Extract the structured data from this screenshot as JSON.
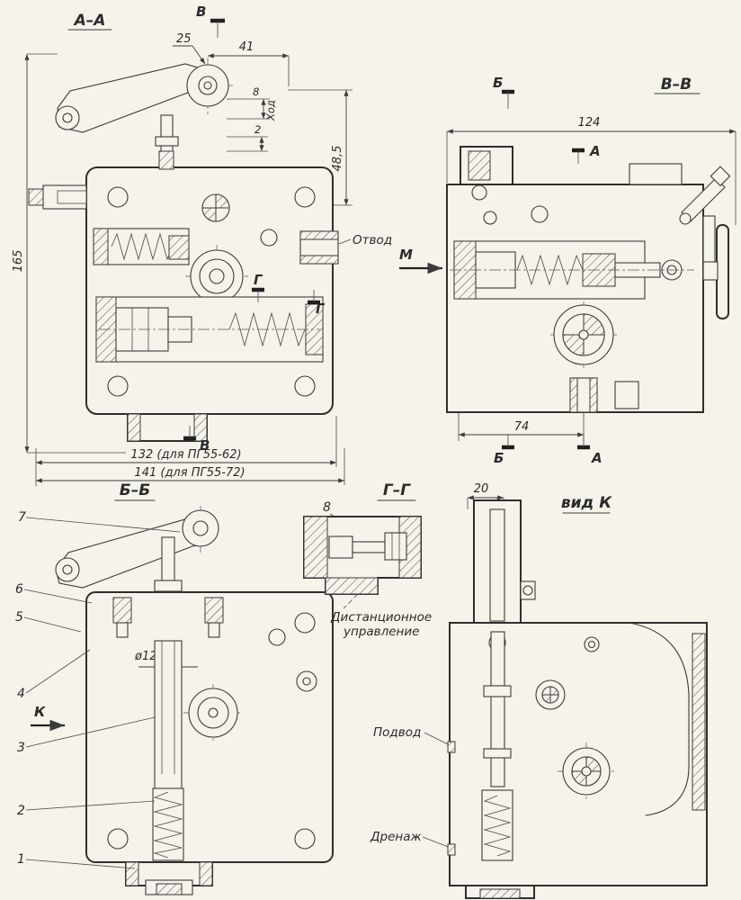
{
  "views": {
    "section_aa": {
      "title": "А–А",
      "marker_v_top": "В",
      "marker_v_bottom": "В",
      "marker_g_1": "Г",
      "marker_g_2": "Г",
      "port_label": "Отвод",
      "dims": {
        "d25": "25",
        "d41": "41",
        "d8": "8",
        "stroke_label": "Ход",
        "d2": "2",
        "d48_5": "48,5",
        "d165": "165",
        "d132": "132 (для ПГ55-62)",
        "d141": "141 (для ПГ55-72)"
      }
    },
    "section_vv": {
      "title": "В–В",
      "marker_b_top": "Б",
      "marker_b_bottom": "Б",
      "marker_a_top": "А",
      "marker_a_bottom": "А",
      "marker_m": "М",
      "dims": {
        "d124": "124",
        "d74": "74"
      }
    },
    "section_bb": {
      "title": "Б–Б",
      "marker_k": "К",
      "dims": {
        "d12": "ø12"
      },
      "parts": {
        "p1": "1",
        "p2": "2",
        "p3": "3",
        "p4": "4",
        "p5": "5",
        "p6": "6",
        "p7": "7"
      }
    },
    "section_gg": {
      "title": "Г–Г",
      "part8": "8",
      "note_line1": "Дистанционное",
      "note_line2": "управление"
    },
    "view_k": {
      "title": "вид К",
      "dims": {
        "d20": "20"
      },
      "inlet_label": "Подвод",
      "drain_label": "Дренаж"
    }
  }
}
